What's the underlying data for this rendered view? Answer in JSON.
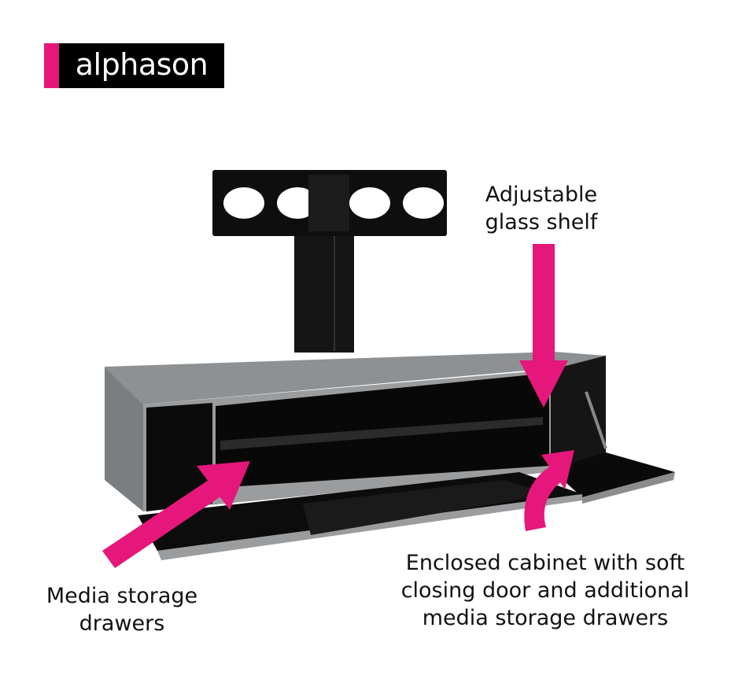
{
  "brand": {
    "name": "alphason"
  },
  "colors": {
    "accent": "#e6177a",
    "cabinet": "#9a9c9e",
    "black": "#0b0b0b"
  },
  "callouts": {
    "shelf": [
      "Adjustable",
      "glass shelf"
    ],
    "drawers": [
      "Media storage",
      "drawers"
    ],
    "cabinet": [
      "Enclosed cabinet with soft",
      "closing door and additional",
      "media storage drawers"
    ]
  }
}
